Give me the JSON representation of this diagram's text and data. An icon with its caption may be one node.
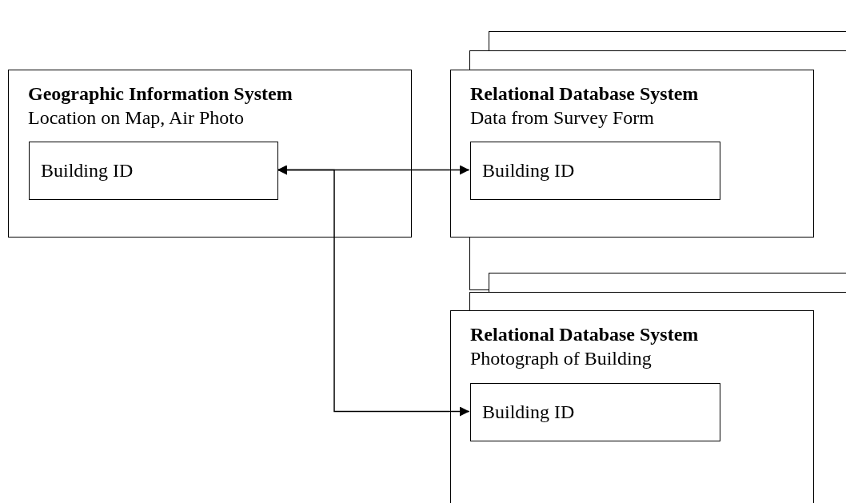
{
  "diagram": {
    "nodes": [
      {
        "text": [
          "Geographic Information System",
          "Location on Map, Air Photo"
        ]
      },
      {
        "text": [
          "Building ID"
        ],
        "in": 0
      },
      {
        "text": [
          "Relational Database System",
          "Data from Survey Form"
        ]
      },
      {
        "text": [
          "Building ID"
        ],
        "in": 2
      },
      {
        "text": [
          "Relational Database System",
          "Photograph of Building"
        ]
      },
      {
        "text": [
          "Building ID"
        ],
        "in": 4
      }
    ],
    "edges": [
      {
        "from": 1,
        "to": 3,
        "arrow": "both"
      },
      {
        "from": 1,
        "to": 5,
        "arrow": "both"
      }
    ]
  }
}
